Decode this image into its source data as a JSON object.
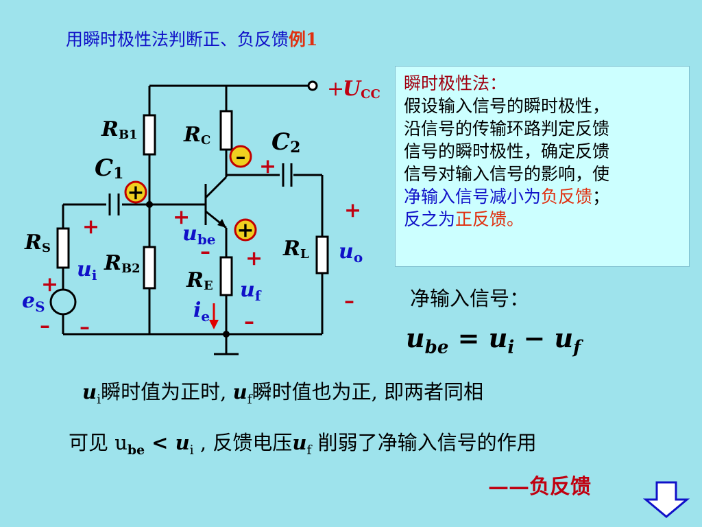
{
  "title": {
    "main": "用瞬时极性法判断正、负反馈",
    "example": "例1"
  },
  "circuit": {
    "ucc": {
      "sign": "+",
      "u": "U",
      "sub": "CC"
    },
    "rb1": {
      "r": "R",
      "sub": "B1"
    },
    "rc": {
      "r": "R",
      "sub": "C"
    },
    "c2": {
      "c": "C",
      "sub": "2"
    },
    "c1": {
      "c": "C",
      "sub": "1"
    },
    "rs": {
      "r": "R",
      "sub": "S"
    },
    "rb2": {
      "r": "R",
      "sub": "B2"
    },
    "re": {
      "r": "R",
      "sub": "E"
    },
    "rl": {
      "r": "R",
      "sub": "L"
    },
    "es": {
      "e": "e",
      "sub": "S"
    },
    "ui": {
      "u": "u",
      "sub": "i"
    },
    "ube": {
      "u": "u",
      "sub": "be"
    },
    "uf": {
      "u": "u",
      "sub": "f"
    },
    "uo": {
      "u": "u",
      "sub": "o"
    },
    "ie": {
      "i": "i",
      "sub": "e"
    },
    "plus": "+",
    "minus": "–",
    "marker_plus": "+",
    "marker_minus": "–"
  },
  "method": {
    "heading": "瞬时极性法：",
    "l1": "假设输入信号的瞬时极性，",
    "l2": "沿信号的传输环路判定反馈",
    "l3": "信号的瞬时极性，确定反馈",
    "l4": "信号对输入信号的影响，使",
    "l5a": "净输入信号减小为",
    "l5b": "负反馈",
    "l5c": "；",
    "l6a": "反之为",
    "l6b": "正反馈",
    "l6c": "。"
  },
  "net_input_label": "净输入信号：",
  "formula": {
    "u": "u",
    "be": "be",
    "eq": "=",
    "i": "i",
    "minus": "−",
    "f": "f"
  },
  "line1": {
    "u": "u",
    "i": "i",
    "a": "瞬时值为正时,",
    "uf": "u",
    "f": "f",
    "b": "瞬时值也为正, 即两者同相"
  },
  "line2": {
    "a": "可见 u",
    "be": "be",
    "lt": " < ",
    "u": "u",
    "i": "i",
    "b": " , 反馈电压",
    "uf": "u",
    "f": "f",
    "c": " 削弱了净输入信号的作用"
  },
  "conclusion": "——负反馈",
  "colors": {
    "background": "#9ee3ec",
    "title": "#1010c8",
    "accent_red": "#e03010",
    "polarity_marker": "#f0d020",
    "box": "#ccffff"
  }
}
